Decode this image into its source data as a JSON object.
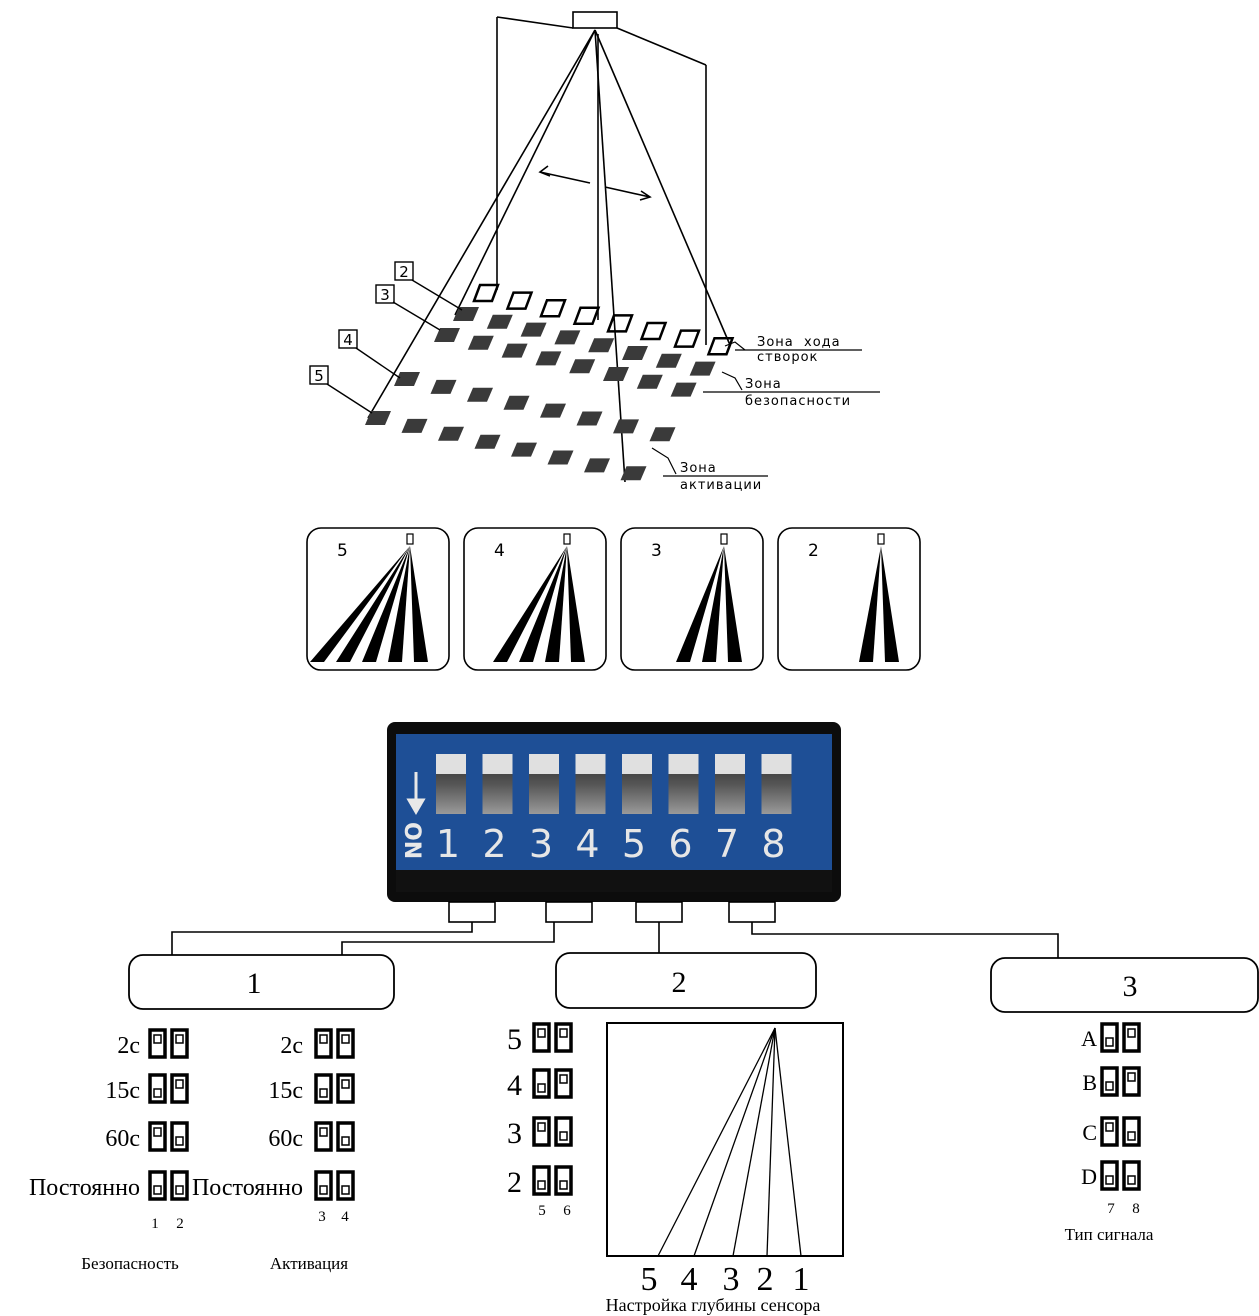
{
  "top": {
    "zone_numbers": [
      "2",
      "3",
      "4",
      "5"
    ],
    "zone_labels": {
      "doors_line1": "Зона  хода",
      "doors_line2": "створок",
      "safety_line1": "Зона",
      "safety_line2": "безопасности",
      "activation_line1": "Зона",
      "activation_line2": "активации"
    }
  },
  "depth_panels": [
    {
      "label": "5",
      "beams": 5
    },
    {
      "label": "4",
      "beams": 4
    },
    {
      "label": "3",
      "beams": 3
    },
    {
      "label": "2",
      "beams": 2
    }
  ],
  "dip_switch": {
    "on_label": "ON",
    "numbers": [
      "1",
      "2",
      "3",
      "4",
      "5",
      "6",
      "7",
      "8"
    ],
    "colors": {
      "body": "#1e4f96",
      "frame": "#0c0c0c",
      "knob": "#e0e0e0"
    }
  },
  "groups": [
    {
      "label": "1"
    },
    {
      "label": "2"
    },
    {
      "label": "3"
    }
  ],
  "group1": {
    "safety": {
      "rows": [
        {
          "label": "2с",
          "sw": [
            "up",
            "up"
          ]
        },
        {
          "label": "15с",
          "sw": [
            "down",
            "up"
          ]
        },
        {
          "label": "60с",
          "sw": [
            "up",
            "down"
          ]
        },
        {
          "label": "Постоянно",
          "sw": [
            "down",
            "down"
          ]
        }
      ],
      "numbers": [
        "1",
        "2"
      ],
      "caption": "Безопасность"
    },
    "activation": {
      "rows": [
        {
          "label": "2с",
          "sw": [
            "up",
            "up"
          ]
        },
        {
          "label": "15с",
          "sw": [
            "down",
            "up"
          ]
        },
        {
          "label": "60с",
          "sw": [
            "up",
            "down"
          ]
        },
        {
          "label": "Постоянно",
          "sw": [
            "down",
            "down"
          ]
        }
      ],
      "numbers": [
        "3",
        "4"
      ],
      "caption": "Активация"
    }
  },
  "group2": {
    "rows": [
      {
        "label": "5",
        "sw": [
          "up",
          "up"
        ]
      },
      {
        "label": "4",
        "sw": [
          "down",
          "up"
        ]
      },
      {
        "label": "3",
        "sw": [
          "up",
          "down"
        ]
      },
      {
        "label": "2",
        "sw": [
          "down",
          "down"
        ]
      }
    ],
    "numbers": [
      "5",
      "6"
    ],
    "depth_numbers": [
      "5",
      "4",
      "3",
      "2",
      "1"
    ],
    "caption": "Настройка глубины сенсора"
  },
  "group3": {
    "rows": [
      {
        "label": "A",
        "sw": [
          "down",
          "up"
        ]
      },
      {
        "label": "B",
        "sw": [
          "down",
          "up"
        ]
      },
      {
        "label": "C",
        "sw": [
          "up",
          "down"
        ]
      },
      {
        "label": "D",
        "sw": [
          "down",
          "down"
        ]
      }
    ],
    "numbers": [
      "7",
      "8"
    ],
    "caption": "Тип сигнала"
  }
}
